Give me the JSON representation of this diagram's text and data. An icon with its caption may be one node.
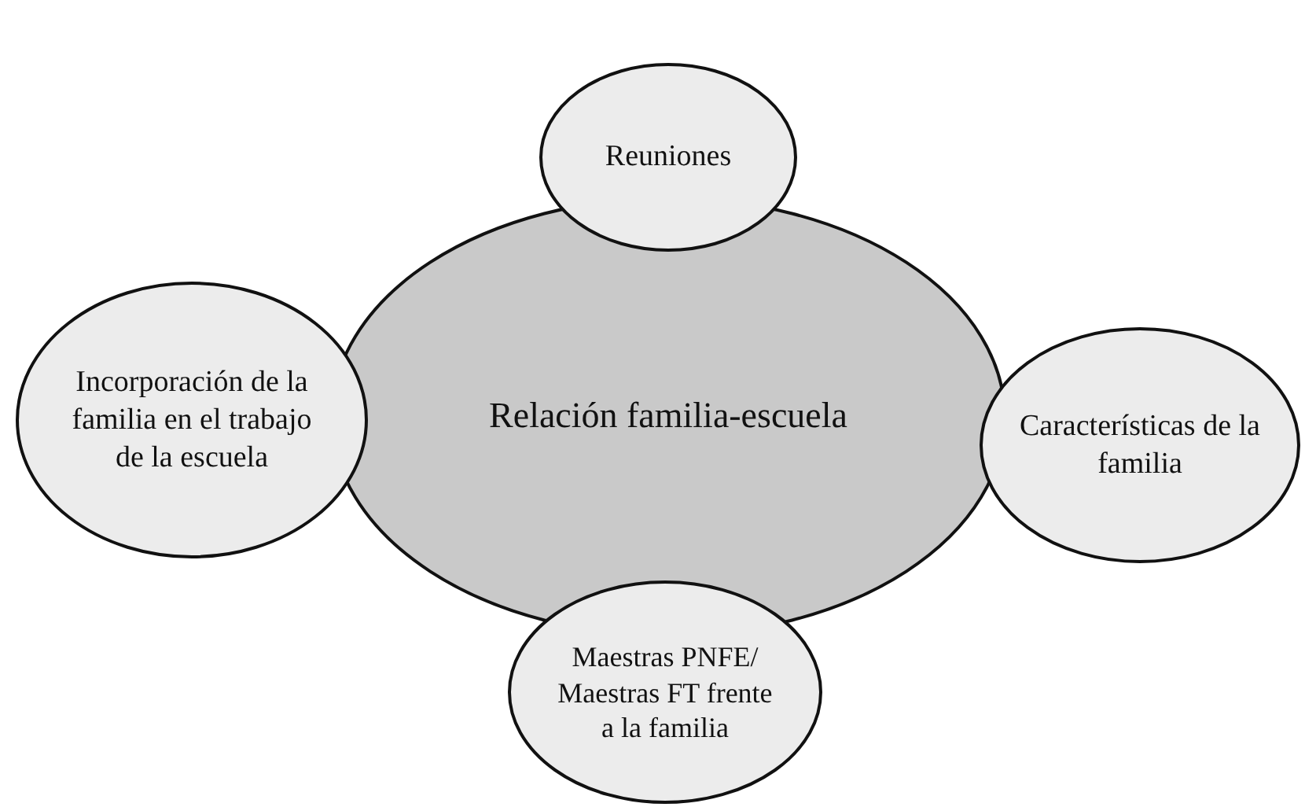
{
  "diagram": {
    "nodes": [
      {
        "text": [
          "Reuniones"
        ]
      },
      {
        "text": [
          "Incorporación de la familia en el trabajo de la escuela"
        ]
      },
      {
        "text": [
          "Relación familia-escuela"
        ]
      },
      {
        "text": [
          "Características de la familia"
        ]
      },
      {
        "text": [
          "Maestras PNFE/ Maestras FT frente a la familia"
        ]
      }
    ]
  }
}
